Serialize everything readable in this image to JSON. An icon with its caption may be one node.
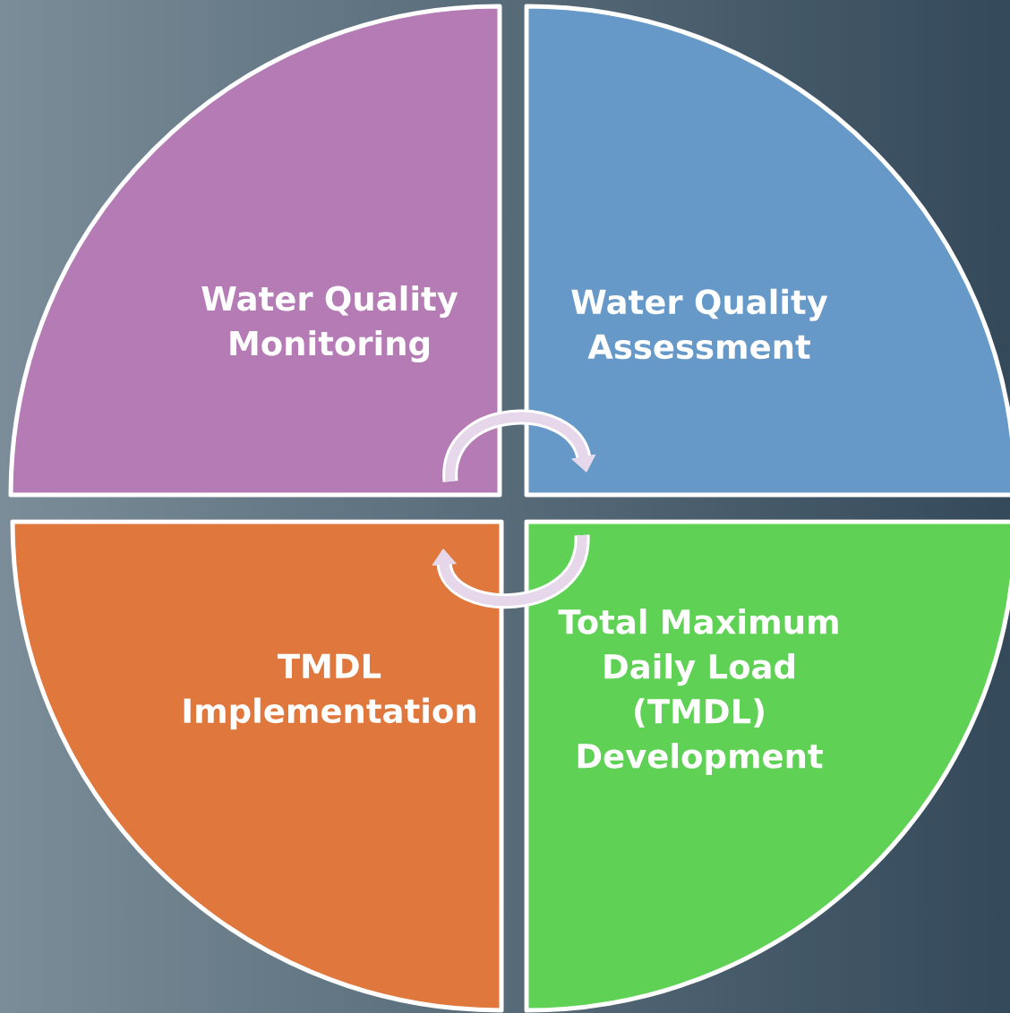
{
  "diagram": {
    "nodes": [
      {
        "text": [
          "Water Quality Monitoring"
        ]
      },
      {
        "text": [
          "Water Quality Assessment"
        ]
      },
      {
        "text": [
          "TMDL Implementation"
        ]
      },
      {
        "text": [
          "Total Maximum Daily Load (TMDL) Development"
        ]
      }
    ],
    "edges": [
      {
        "from": 0,
        "to": 1,
        "arrow": "to"
      },
      {
        "from": 3,
        "to": 2,
        "arrow": "to"
      }
    ]
  }
}
